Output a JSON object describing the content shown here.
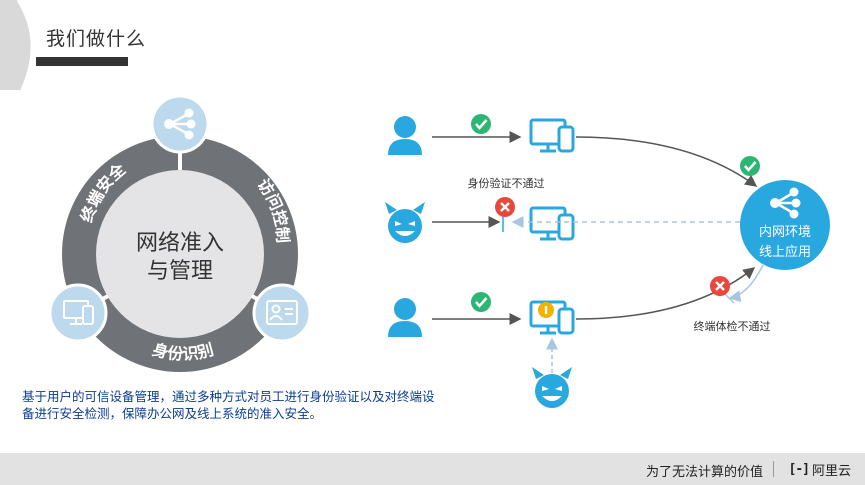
{
  "page": {
    "title": "我们做什么"
  },
  "cycle": {
    "center_line1": "网络准入",
    "center_line2": "与管理",
    "segments": [
      "终端安全",
      "访问控制",
      "身份识别"
    ]
  },
  "flow": {
    "label_identity_fail": "身份验证不通过",
    "label_terminal_fail": "终端体检不通过",
    "target_line1": "内网环境",
    "target_line2": "线上应用"
  },
  "description": {
    "line1": "基于用户的可信设备管理，通过多种方式对员工进行身份验证以及对终端设",
    "line2": "备进行安全检测，保障办公网及线上系统的准入安全。"
  },
  "footer": {
    "slogan": "为了无法计算的价值",
    "brand_logo": "[-]",
    "brand_name": "阿里云"
  },
  "colors": {
    "accent_blue": "#29a8e0",
    "ring_gray": "#6f7277",
    "inner_gray": "#e4e4e6",
    "ok_green": "#2bb673",
    "fail_red": "#e8483c",
    "text_blue": "#0b3d91"
  },
  "icons": [
    "user-icon",
    "devil-icon",
    "computer-phone-icon",
    "check-icon",
    "cross-icon",
    "info-icon",
    "share-node-icon",
    "id-card-icon"
  ]
}
